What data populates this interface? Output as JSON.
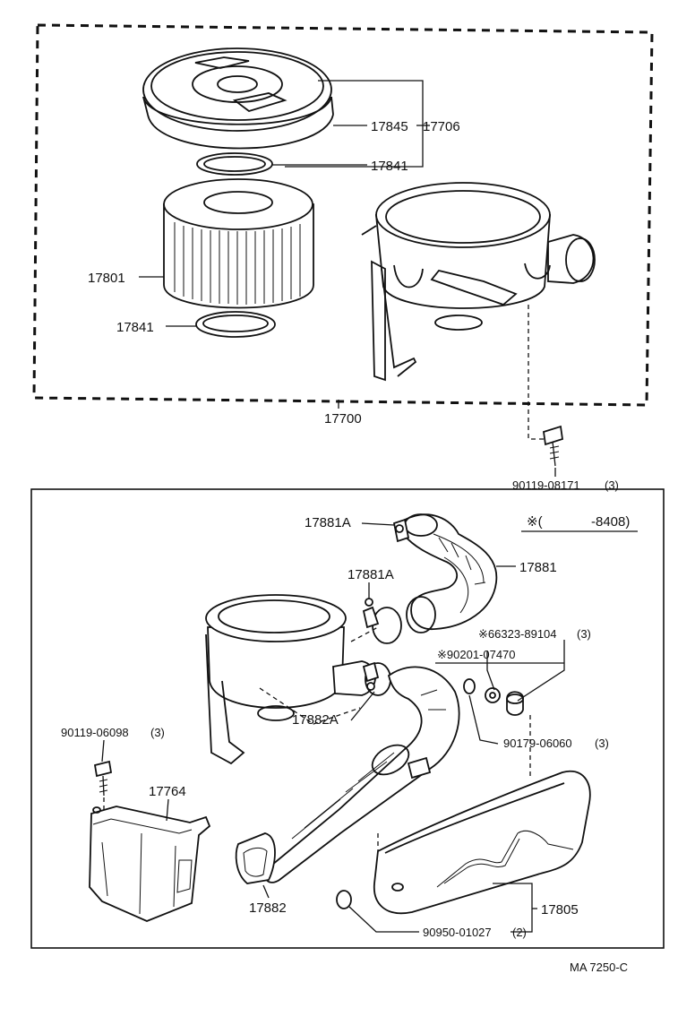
{
  "upper_assembly": {
    "labels": {
      "cap": "17845",
      "cap_assy": "17706",
      "gasket_top": "17841",
      "element": "17801",
      "gasket_bottom": "17841",
      "assembly": "17700",
      "bolt": "90119-08171",
      "bolt_qty": "(3)"
    }
  },
  "lower_assembly": {
    "note": "※(      -8408)",
    "labels": {
      "hose": "17881",
      "clamp_top": "17881A",
      "clamp_mid": "17881A",
      "grommet": "※66323-89104",
      "grommet_qty": "(3)",
      "collar": "※90201-07470",
      "cushion": "90179-06060",
      "cushion_qty": "(3)",
      "clamp_lower": "17882A",
      "bolt": "90119-06098",
      "bolt_qty": "(3)",
      "bracket": "17764",
      "inlet": "17882",
      "resonator": "17805",
      "plug": "90950-01027",
      "plug_qty": "(2)"
    }
  },
  "footer": {
    "code": "MA 7250-C"
  }
}
